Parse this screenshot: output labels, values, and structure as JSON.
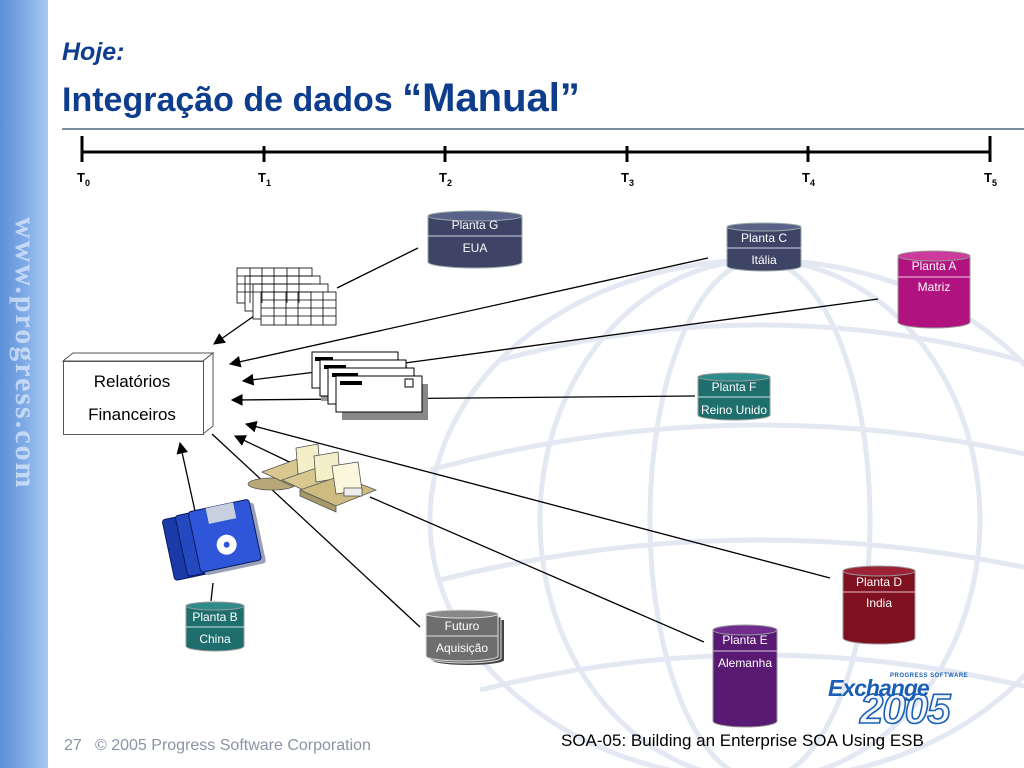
{
  "slide": {
    "kicker": "Hoje:",
    "title_main": "Integração de dados ",
    "title_emph": "“Manual”",
    "sidebar_text": "www.progress.com"
  },
  "timeline": {
    "ticks": [
      {
        "main": "T",
        "sub": "0"
      },
      {
        "main": "T",
        "sub": "1"
      },
      {
        "main": "T",
        "sub": "2"
      },
      {
        "main": "T",
        "sub": "3"
      },
      {
        "main": "T",
        "sub": "4"
      },
      {
        "main": "T",
        "sub": "5"
      }
    ]
  },
  "report": {
    "line1": "Relatórios",
    "line2": "Financeiros"
  },
  "plants": {
    "g": {
      "name": "Planta G",
      "place": "EUA"
    },
    "c": {
      "name": "Planta C",
      "place": "Itália"
    },
    "a": {
      "name": "Planta A",
      "place": "Matriz"
    },
    "f": {
      "name": "Planta F",
      "place": "Reino Unido"
    },
    "d": {
      "name": "Planta D",
      "place": "India"
    },
    "e": {
      "name": "Planta E",
      "place": "Alemanha"
    },
    "b": {
      "name": "Planta B",
      "place": "China"
    },
    "future": {
      "name": "Futuro",
      "place": "Aquisição"
    }
  },
  "colors": {
    "navy": "#3d4466",
    "teal": "#1f6e6e",
    "magenta": "#b0127f",
    "crimson": "#7e1020",
    "purple": "#581a72",
    "gray": "#6e6e6e",
    "title": "#0d3d8c"
  },
  "footer": {
    "page": "27",
    "copyright": "© 2005 Progress Software Corporation",
    "session": "SOA-05: Building an Enterprise SOA Using ESB"
  },
  "logo": {
    "small": "PROGRESS SOFTWARE",
    "word": "Exchange",
    "year": "2005"
  }
}
